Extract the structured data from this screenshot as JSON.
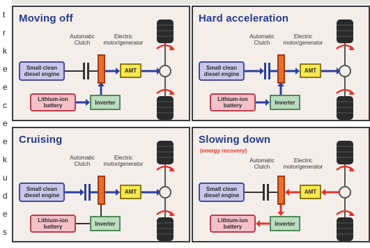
{
  "left_margin_fragments": [
    "t",
    "r",
    "k",
    "e",
    "e",
    "c",
    "e",
    "e",
    "k",
    "u",
    "d",
    "e",
    "s"
  ],
  "panels": [
    {
      "title": "Moving off",
      "subtitle": "",
      "clutch_label": "Automatic\nClutch",
      "motor_label": "Electric\nmotor/generator",
      "engine_label": "Small clean\ndiesel engine",
      "amt_label": "AMT",
      "battery_label": "Lithium-ion\nbattery",
      "inverter_label": "Inverter"
    },
    {
      "title": "Hard acceleration",
      "subtitle": "",
      "clutch_label": "Automatic\nClutch",
      "motor_label": "Electric\nmotor/generator",
      "engine_label": "Small clean\ndiesel engine",
      "amt_label": "AMT",
      "battery_label": "Lithium-ion\nbattery",
      "inverter_label": "Inverter"
    },
    {
      "title": "Cruising",
      "subtitle": "",
      "clutch_label": "Automatic\nClutch",
      "motor_label": "Electric\nmotor/generator",
      "engine_label": "Small clean\ndiesel engine",
      "amt_label": "AMT",
      "battery_label": "Lithium-ion\nbattery",
      "inverter_label": "Inverter"
    },
    {
      "title": "Slowing down",
      "subtitle": "(energy recovery)",
      "clutch_label": "Automatic\nClutch",
      "motor_label": "Electric\nmotor/generator",
      "engine_label": "Small clean\ndiesel engine",
      "amt_label": "AMT",
      "battery_label": "Lithium-ion\nbattery",
      "inverter_label": "Inverter"
    }
  ],
  "colors": {
    "title": "#253a8c",
    "subtitle": "#e2352c",
    "flow_blue": "#2b3f9c",
    "flow_red": "#e2352c",
    "panel_bg": "#f4eeea"
  }
}
